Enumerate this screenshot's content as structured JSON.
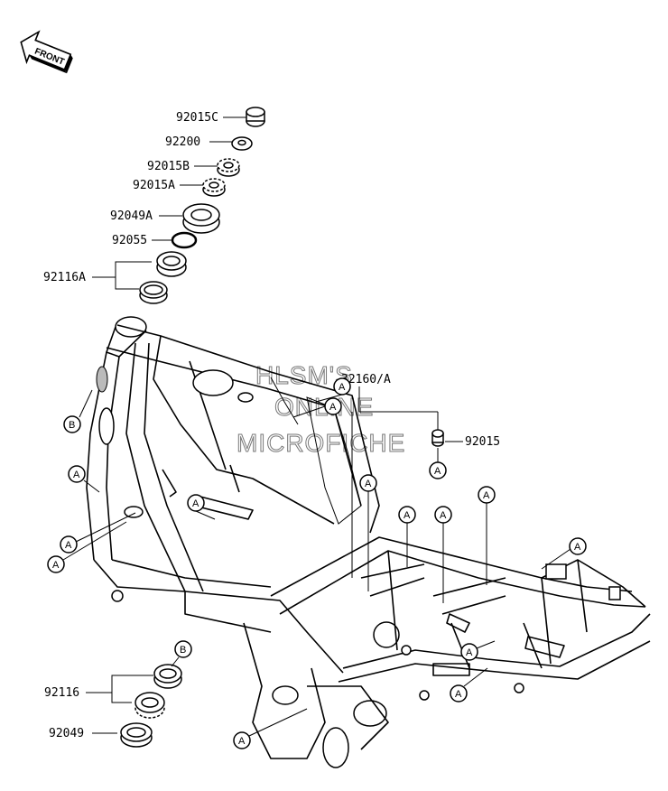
{
  "front_label": "FRONT",
  "watermark": [
    "HLSM'S",
    "ONLINE",
    "MICROFICHE"
  ],
  "part_numbers": {
    "p92015C": "92015C",
    "p92200": "92200",
    "p92015B": "92015B",
    "p92015A": "92015A",
    "p92049A": "92049A",
    "p92055": "92055",
    "p92116A": "92116A",
    "p32160": "32160/A",
    "p92015": "92015",
    "p92116": "92116",
    "p92049": "92049"
  },
  "callout_letters": {
    "a": "A",
    "b": "B"
  }
}
